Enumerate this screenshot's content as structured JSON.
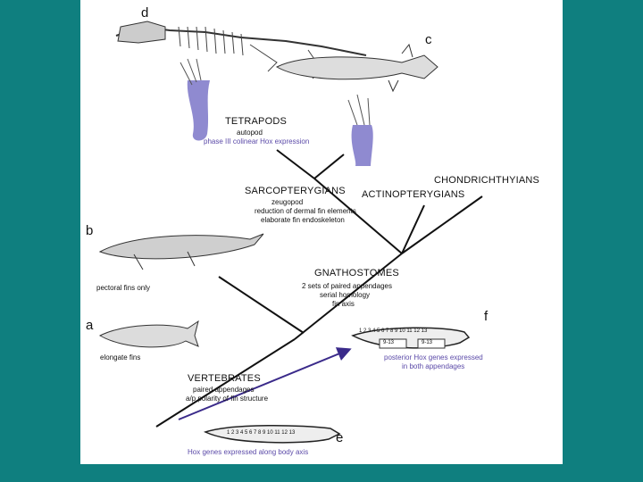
{
  "figure": {
    "panel_letters": [
      "d",
      "c",
      "b",
      "a",
      "f",
      "e"
    ],
    "clades": {
      "tetrapods": {
        "name": "TETRAPODS",
        "traits": [
          "autopod"
        ],
        "hox_note": "phase III colinear Hox expression"
      },
      "sarcopterygians": {
        "name": "SARCOPTERYGIANS",
        "traits": [
          "zeugopod",
          "reduction of dermal fin elements",
          "elaborate fin endoskeleton"
        ]
      },
      "actinopterygians": {
        "name": "ACTINOPTERYGIANS"
      },
      "chondrichthyians": {
        "name": "CHONDRICHTHYIANS"
      },
      "gnathostomes": {
        "name": "GNATHOSTOMES",
        "traits": [
          "2 sets of paired appendages",
          "serial homology",
          "fin axis"
        ]
      },
      "vertebrates": {
        "name": "VERTEBRATES",
        "traits": [
          "paired appendages",
          "a/p polarity of fin structure"
        ]
      }
    },
    "annotations": {
      "b_caption": "pectoral fins only",
      "a_caption": "elongate fins",
      "f_caption": [
        "posterior Hox genes expressed",
        "in both appendages"
      ],
      "e_caption": "Hox genes expressed along body axis",
      "f_numbers": "1 2 3 4 5 6 7 8 9 10 11 12 13",
      "f_sub_left": "9-13",
      "f_sub_right": "9-13",
      "e_numbers": "1 2 3 4 5 6 7 8 9 10 11 12 13"
    },
    "colors": {
      "background": "#0f7f7f",
      "hox_highlight": "#8f8ad0",
      "arrow": "#3a2a8a"
    }
  }
}
